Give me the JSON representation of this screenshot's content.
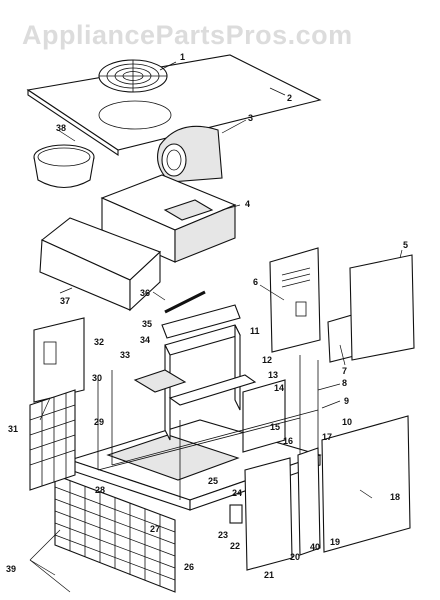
{
  "watermark": "AppliancePartsPros.com",
  "callouts": {
    "c1": "1",
    "c2": "2",
    "c3": "3",
    "c4": "4",
    "c5": "5",
    "c6": "6",
    "c7": "7",
    "c8": "8",
    "c9": "9",
    "c10": "10",
    "c11": "11",
    "c12": "12",
    "c13": "13",
    "c14": "14",
    "c15": "15",
    "c16": "16",
    "c17": "17",
    "c18": "18",
    "c19": "19",
    "c20": "20",
    "c21": "21",
    "c22": "22",
    "c23": "23",
    "c24": "24",
    "c25": "25",
    "c26": "26",
    "c27": "27",
    "c28": "28",
    "c29": "29",
    "c30": "30",
    "c31": "31",
    "c32": "32",
    "c33": "33",
    "c34": "34",
    "c35": "35",
    "c36": "36",
    "c37": "37",
    "c38": "38",
    "c39": "39",
    "c40": "40"
  }
}
